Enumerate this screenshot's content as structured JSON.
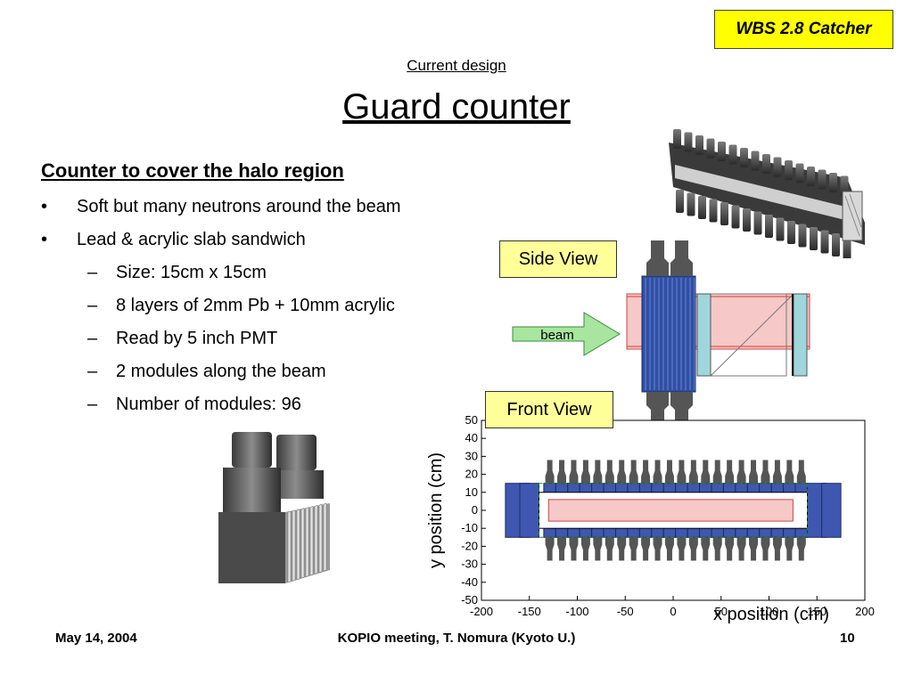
{
  "tag": "WBS 2.8 Catcher",
  "subtitle": "Current design",
  "title": "Guard counter",
  "heading": "Counter to cover the halo region",
  "bullets": [
    {
      "marker": "•",
      "text": "Soft but many neutrons around the beam"
    },
    {
      "marker": "•",
      "text": "Lead & acrylic slab sandwich"
    }
  ],
  "sub_bullets": [
    {
      "marker": "–",
      "text": "Size: 15cm x 15cm"
    },
    {
      "marker": "–",
      "text": "8 layers of 2mm Pb + 10mm acrylic"
    },
    {
      "marker": "–",
      "text": "Read by 5 inch PMT"
    },
    {
      "marker": "–",
      "text": "2 modules along the beam"
    },
    {
      "marker": "–",
      "text": "Number of modules: 96"
    }
  ],
  "side_view": {
    "label": "Side View",
    "beam_label": "beam"
  },
  "front_view": {
    "label": "Front View"
  },
  "plot": {
    "xlabel": "x position (cm)",
    "ylabel": "y position (cm)",
    "xticks": [
      "-200",
      "-150",
      "-100",
      "-50",
      "0",
      "50",
      "100",
      "150",
      "200"
    ],
    "yticks": [
      "50",
      "40",
      "30",
      "20",
      "10",
      "0",
      "-10",
      "-20",
      "-30",
      "-40",
      "-50"
    ]
  },
  "footer": {
    "date": "May 14, 2004",
    "meeting": "KOPIO meeting, T. Nomura (Kyoto U.)",
    "page": "10"
  },
  "colors": {
    "tag_bg": "#ffff00",
    "label_bg": "#ffff99",
    "module_blue": "#3f57b0",
    "beam_pink": "#f6c8c8",
    "acrylic_cyan": "#9fd6dc",
    "pmt_gray": "#555555",
    "arrow_green": "#a8e6a0"
  }
}
